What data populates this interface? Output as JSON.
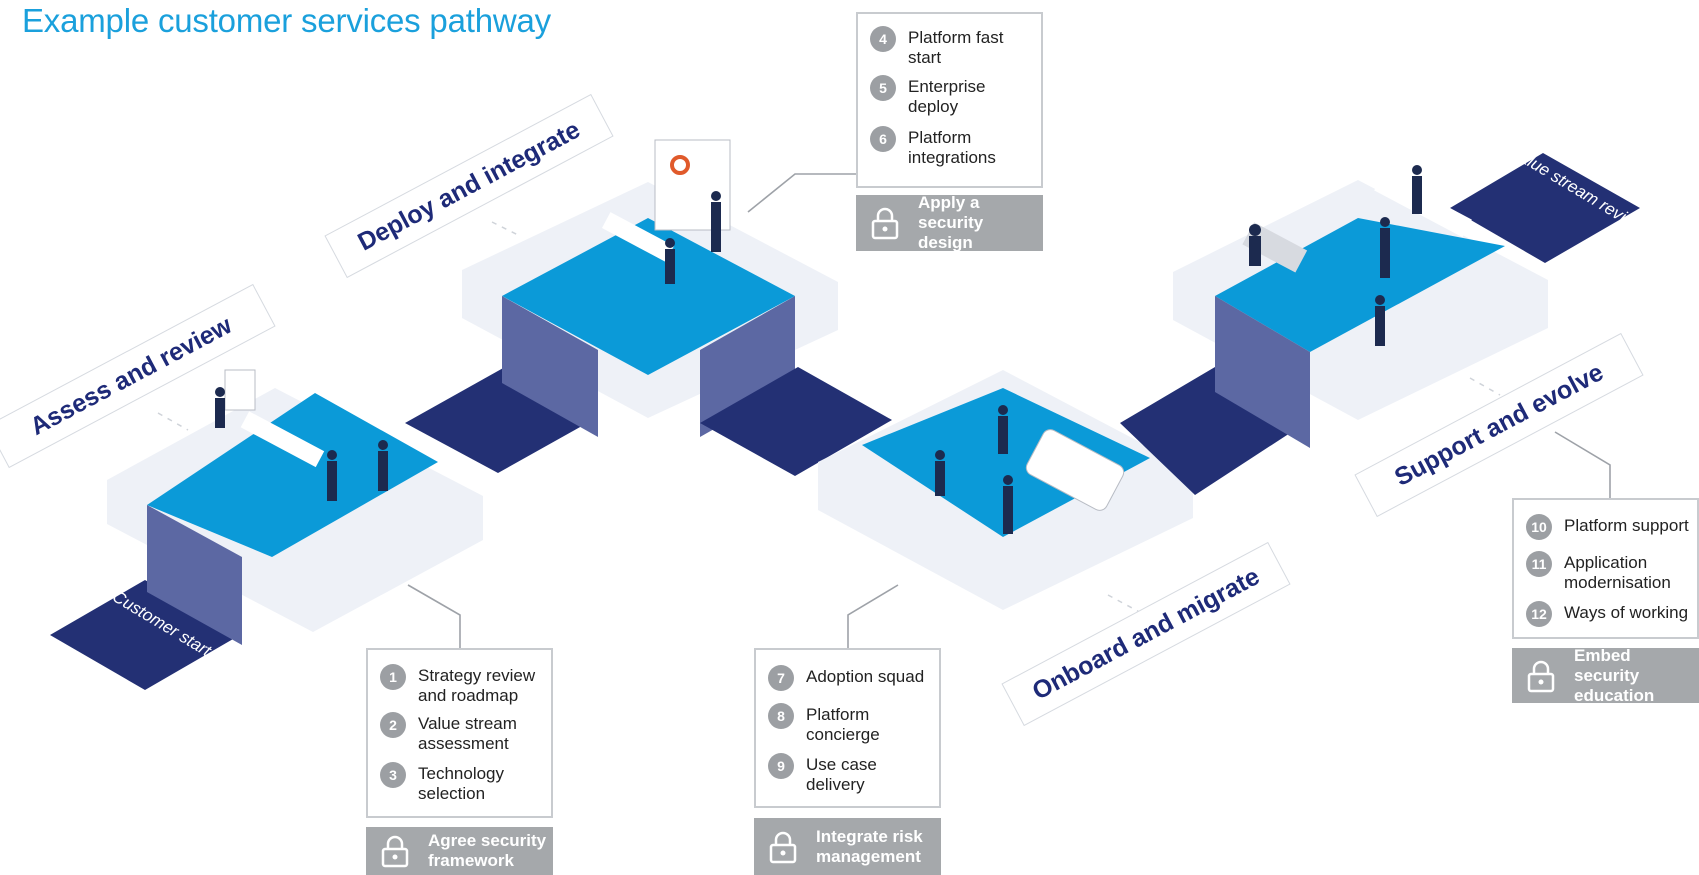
{
  "title": "Example customer services pathway",
  "colors": {
    "title": "#1aa0dc",
    "top_face": "#0b9ad8",
    "navy": "#233074",
    "side": "#5c68a3",
    "platform": "#eef1f7",
    "number_badge": "#9c9fa3",
    "security_box": "#a5a8ab"
  },
  "stages": [
    {
      "label": "Assess and review"
    },
    {
      "label": "Deploy and integrate"
    },
    {
      "label": "Onboard and migrate"
    },
    {
      "label": "Support and evolve"
    }
  ],
  "tags": {
    "start": "Customer\nstart",
    "end": "Value stream\nreview"
  },
  "step_groups": [
    {
      "steps": [
        {
          "num": "1",
          "text": "Strategy review\nand roadmap"
        },
        {
          "num": "2",
          "text": "Value stream\nassessment"
        },
        {
          "num": "3",
          "text": "Technology\nselection"
        }
      ],
      "security": "Agree security\nframework"
    },
    {
      "steps": [
        {
          "num": "4",
          "text": "Platform fast\nstart"
        },
        {
          "num": "5",
          "text": "Enterprise\ndeploy"
        },
        {
          "num": "6",
          "text": "Platform\nintegrations"
        }
      ],
      "security": "Apply a security\ndesign"
    },
    {
      "steps": [
        {
          "num": "7",
          "text": "Adoption squad"
        },
        {
          "num": "8",
          "text": "Platform\nconcierge"
        },
        {
          "num": "9",
          "text": "Use case\ndelivery"
        }
      ],
      "security": "Integrate risk\nmanagement"
    },
    {
      "steps": [
        {
          "num": "10",
          "text": "Platform support"
        },
        {
          "num": "11",
          "text": "Application\nmodernisation"
        },
        {
          "num": "12",
          "text": "Ways of working"
        }
      ],
      "security": "Embed security\neducation"
    }
  ]
}
